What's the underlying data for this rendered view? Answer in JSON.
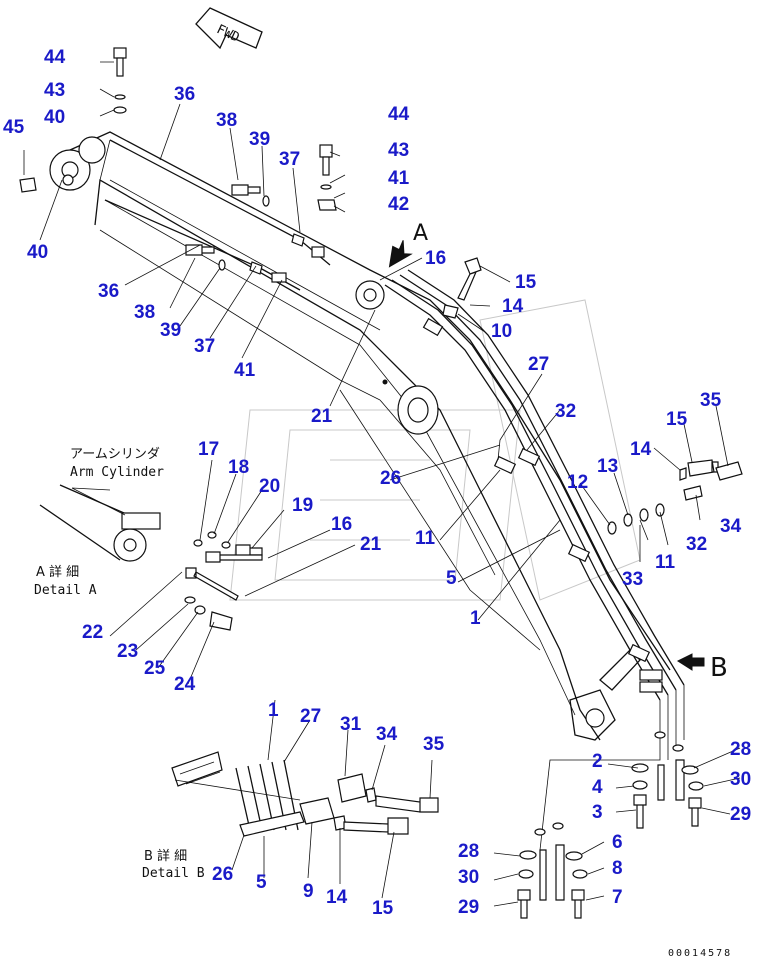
{
  "header": {
    "fwd": "FWD"
  },
  "details": {
    "a_marker": "A",
    "b_marker": "B",
    "arm_cylinder_jp": "アームシリンダ",
    "arm_cylinder_en": "Arm Cylinder",
    "detail_a_jp": "A 詳 細",
    "detail_a_en": "Detail A",
    "detail_b_jp": "B 詳 細",
    "detail_b_en": "Detail B"
  },
  "doc_number": "00014578",
  "callouts": [
    {
      "id": "c44a",
      "text": "44"
    },
    {
      "id": "c43a",
      "text": "43"
    },
    {
      "id": "c40a",
      "text": "40"
    },
    {
      "id": "c36a",
      "text": "36"
    },
    {
      "id": "c45",
      "text": "45"
    },
    {
      "id": "c40b",
      "text": "40"
    },
    {
      "id": "c38a",
      "text": "38"
    },
    {
      "id": "c39a",
      "text": "39"
    },
    {
      "id": "c37a",
      "text": "37"
    },
    {
      "id": "c44b",
      "text": "44"
    },
    {
      "id": "c43b",
      "text": "43"
    },
    {
      "id": "c41a",
      "text": "41"
    },
    {
      "id": "c42",
      "text": "42"
    },
    {
      "id": "c16a",
      "text": "16"
    },
    {
      "id": "c15a",
      "text": "15"
    },
    {
      "id": "c14a",
      "text": "14"
    },
    {
      "id": "c10",
      "text": "10"
    },
    {
      "id": "c36b",
      "text": "36"
    },
    {
      "id": "c38b",
      "text": "38"
    },
    {
      "id": "c39b",
      "text": "39"
    },
    {
      "id": "c37b",
      "text": "37"
    },
    {
      "id": "c41b",
      "text": "41"
    },
    {
      "id": "c21a",
      "text": "21"
    },
    {
      "id": "c27a",
      "text": "27"
    },
    {
      "id": "c32a",
      "text": "32"
    },
    {
      "id": "c26a",
      "text": "26"
    },
    {
      "id": "c17",
      "text": "17"
    },
    {
      "id": "c18",
      "text": "18"
    },
    {
      "id": "c20",
      "text": "20"
    },
    {
      "id": "c19",
      "text": "19"
    },
    {
      "id": "c16b",
      "text": "16"
    },
    {
      "id": "c21b",
      "text": "21"
    },
    {
      "id": "c11a",
      "text": "11"
    },
    {
      "id": "c5a",
      "text": "5"
    },
    {
      "id": "c1a",
      "text": "1"
    },
    {
      "id": "c12",
      "text": "12"
    },
    {
      "id": "c13",
      "text": "13"
    },
    {
      "id": "c14b",
      "text": "14"
    },
    {
      "id": "c15b",
      "text": "15"
    },
    {
      "id": "c35a",
      "text": "35"
    },
    {
      "id": "c32b",
      "text": "32"
    },
    {
      "id": "c34a",
      "text": "34"
    },
    {
      "id": "c33",
      "text": "33"
    },
    {
      "id": "c11b",
      "text": "11"
    },
    {
      "id": "c22",
      "text": "22"
    },
    {
      "id": "c23",
      "text": "23"
    },
    {
      "id": "c25",
      "text": "25"
    },
    {
      "id": "c24",
      "text": "24"
    },
    {
      "id": "c1b",
      "text": "1"
    },
    {
      "id": "c27b",
      "text": "27"
    },
    {
      "id": "c31",
      "text": "31"
    },
    {
      "id": "c34b",
      "text": "34"
    },
    {
      "id": "c35b",
      "text": "35"
    },
    {
      "id": "c26b",
      "text": "26"
    },
    {
      "id": "c5b",
      "text": "5"
    },
    {
      "id": "c9",
      "text": "9"
    },
    {
      "id": "c14c",
      "text": "14"
    },
    {
      "id": "c15c",
      "text": "15"
    },
    {
      "id": "c2",
      "text": "2"
    },
    {
      "id": "c4",
      "text": "4"
    },
    {
      "id": "c3",
      "text": "3"
    },
    {
      "id": "c28a",
      "text": "28"
    },
    {
      "id": "c30a",
      "text": "30"
    },
    {
      "id": "c29a",
      "text": "29"
    },
    {
      "id": "c28b",
      "text": "28"
    },
    {
      "id": "c30b",
      "text": "30"
    },
    {
      "id": "c29b",
      "text": "29"
    },
    {
      "id": "c6",
      "text": "6"
    },
    {
      "id": "c8",
      "text": "8"
    },
    {
      "id": "c7",
      "text": "7"
    }
  ]
}
